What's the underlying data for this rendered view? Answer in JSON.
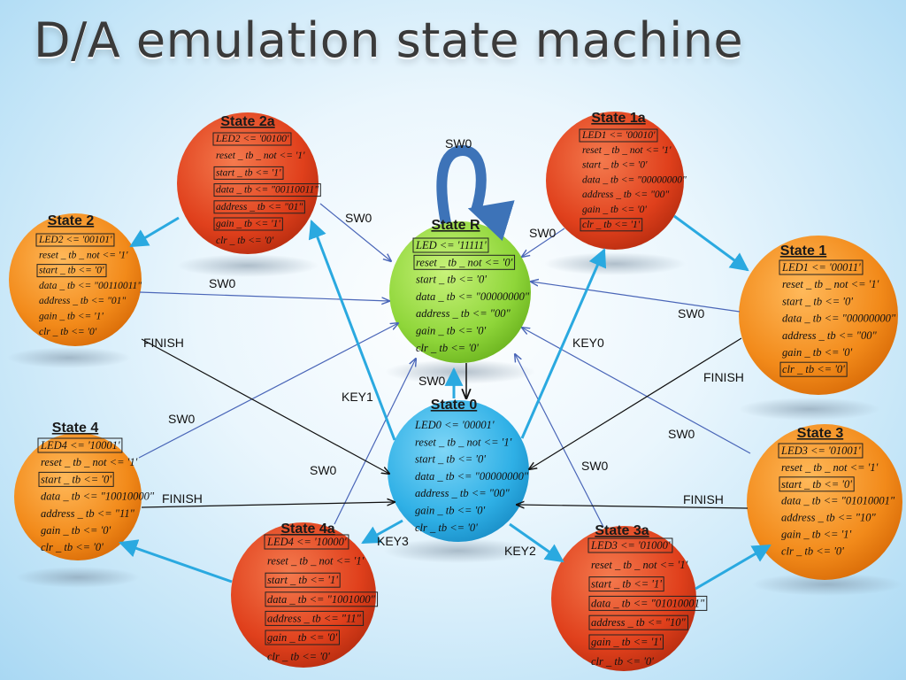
{
  "title": "D/A emulation state machine",
  "colors": {
    "orange": "#f28a1a",
    "red": "#e8431e",
    "green": "#8fd63a",
    "blue": "#2fb0e6",
    "arrow_light": "#2aa9e0",
    "arrow_dark": "#4a66b8",
    "arrow_black": "#111111",
    "loop": "#3d73b8"
  },
  "states": {
    "state_r": {
      "name": "State R",
      "lines": [
        "LED <= '11111'",
        "reset _ tb _ not <= '0'",
        "start _ tb <= '0'",
        "data _ tb <= \"00000000\"",
        "address _ tb <= \"00\"",
        "gain _ tb <= '0'",
        "clr _ tb <= '0'"
      ]
    },
    "state_0": {
      "name": "State 0",
      "lines": [
        "LED0 <= '00001'",
        "reset _ tb _ not <= '1'",
        "start _ tb <= '0'",
        "data _ tb <= \"00000000\"",
        "address _ tb <= \"00\"",
        "gain _ tb <= '0'",
        "clr _ tb <= '0'"
      ]
    },
    "state_1a": {
      "name": "State 1a",
      "lines": [
        "LED1 <= '00010'",
        "reset _ tb _ not <= '1'",
        "start _ tb <= '0'",
        "data _ tb <= \"00000000\"",
        "address _ tb <= \"00\"",
        "gain _ tb <= '0'",
        "clr _ tb <= '1'"
      ]
    },
    "state_1": {
      "name": "State 1",
      "lines": [
        "LED1 <= '00011'",
        "reset _ tb _ not <= '1'",
        "start _ tb <= '0'",
        "data _ tb <= \"00000000\"",
        "address _ tb <= \"00\"",
        "gain _ tb <= '0'",
        "clr _ tb <= '0'"
      ]
    },
    "state_2a": {
      "name": "State 2a",
      "lines": [
        "LED2 <= '00100'",
        "reset _ tb _ not <= '1'",
        "start _ tb <= '1'",
        "data _ tb <= \"00110011\"",
        "address _ tb <= \"01\"",
        "gain _ tb <= '1'",
        "clr _ tb <= '0'"
      ]
    },
    "state_2": {
      "name": "State 2",
      "lines": [
        "LED2 <= '00101'",
        "reset _ tb _ not <= '1'",
        "start _ tb <= '0'",
        "data _ tb <= \"00110011\"",
        "address _ tb <= \"01\"",
        "gain _ tb <= '1'",
        "clr _ tb <= '0'"
      ]
    },
    "state_3": {
      "name": "State 3",
      "lines": [
        "LED3 <= '01001'",
        "reset _ tb _ not <= '1'",
        "start _ tb <= '0'",
        "data _ tb <= \"01010001\"",
        "address _ tb <= \"10\"",
        "gain _ tb <= '1'",
        "clr _ tb <= '0'"
      ]
    },
    "state_3a": {
      "name": "State 3a",
      "lines": [
        "LED3 <= '01000'",
        "reset _ tb _ not <= '1'",
        "start _ tb <= '1'",
        "data _ tb <= \"01010001\"",
        "address _ tb <= \"10\"",
        "gain _ tb <= '1'",
        "clr _ tb <= '0'"
      ]
    },
    "state_4": {
      "name": "State 4",
      "lines": [
        "LED4 <= '10001'",
        "reset _ tb _ not <= '1'",
        "start _ tb <= '0'",
        "data _ tb <= \"10010000\"",
        "address _ tb <= \"11\"",
        "gain _ tb <= '0'",
        "clr _ tb <= '0'"
      ]
    },
    "state_4a": {
      "name": "State 4a",
      "lines": [
        "LED4 <= '10000'",
        "reset _ tb _ not <= '1'",
        "start _ tb <= '1'",
        "data _ tb <= \"1001000\"",
        "address _ tb <= \"11\"",
        "gain _ tb <= '0'",
        "clr _ tb <= '0'"
      ]
    }
  },
  "edge_labels": {
    "sw0_loop": "SW0",
    "sw0_2a": "SW0",
    "sw0_1a": "SW0",
    "sw0_2": "SW0",
    "sw0_1": "SW0",
    "finish_2": "FINISH",
    "finish_1": "FINISH",
    "key0": "KEY0",
    "key1": "KEY1",
    "sw0_r0": "SW0",
    "sw0_4": "SW0",
    "sw0_3": "SW0",
    "sw0_4a": "SW0",
    "sw0_3a": "SW0",
    "finish_4": "FINISH",
    "finish_3": "FINISH",
    "key3": "KEY3",
    "key2": "KEY2"
  }
}
